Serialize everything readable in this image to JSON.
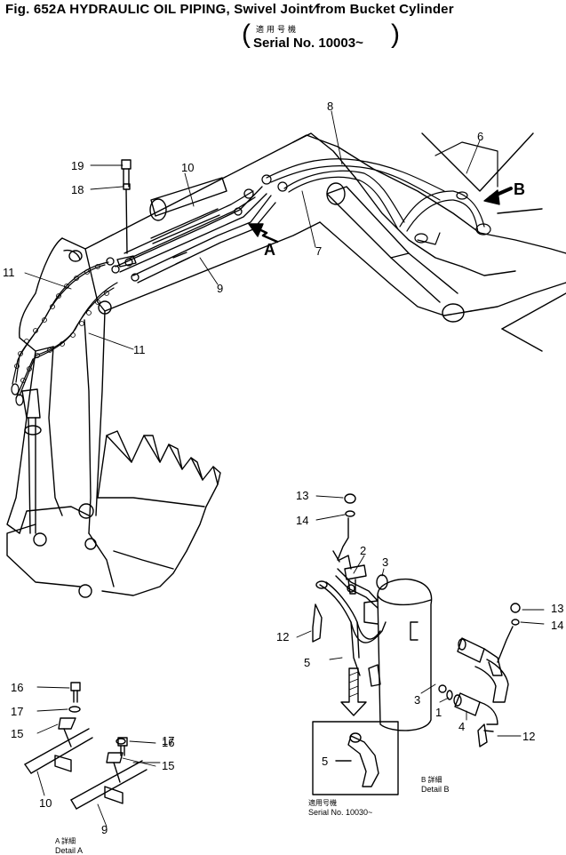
{
  "title": "Fig. 652A   HYDRAULIC OIL PIPING, Swivel Joint⁄from Bucket Cylinder",
  "subtitle_jp": "適用号機",
  "serial": "Serial No. 10003~",
  "labels": {
    "n1": "1",
    "n2": "2",
    "n3": "3",
    "n3b": "3",
    "n4": "4",
    "n5": "5",
    "n5b": "5",
    "n6": "6",
    "n7": "7",
    "n8": "8",
    "n9": "9",
    "n9b": "9",
    "n10": "10",
    "n10b": "10",
    "n11a": "11",
    "n11b": "11",
    "n12a": "12",
    "n12b": "12",
    "n13a": "13",
    "n13b": "13",
    "n14a": "14",
    "n14b": "14",
    "n15a": "15",
    "n15b": "15",
    "n16a": "16",
    "n16b": "16",
    "n17a": "17",
    "n17b": "17",
    "n18": "18",
    "n19": "19",
    "A": "A",
    "B": "B"
  },
  "detail_a": {
    "jp": "A 詳細",
    "en": "Detail A"
  },
  "detail_b": {
    "jp": "B 詳細",
    "en": "Detail B"
  },
  "inset": {
    "jp": "適用号機",
    "serial": "Serial No. 10030~"
  }
}
